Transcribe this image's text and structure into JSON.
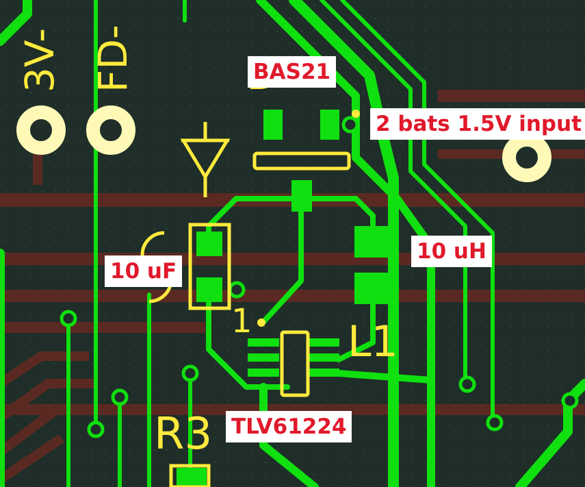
{
  "colors": {
    "board": "#1f2e28",
    "copper_top": "#10e010",
    "copper_inner": "#5a2a22",
    "silkscreen": "#ffea3d",
    "pad_ring": "#fff9b8",
    "callout_bg": "#ffffff",
    "callout_text": "#e0192b"
  },
  "silkscreen": {
    "label_3v": "3V-",
    "label_fd": "FD-",
    "label_l1": "L1",
    "label_pin1": "1",
    "label_r3": "R3",
    "label_d_fragment": "D"
  },
  "callouts": {
    "diode": "BAS21",
    "input": "2 bats 1.5V input",
    "inductor": "10 uH",
    "capacitor": "10 uF",
    "regulator": "TLV61224"
  }
}
